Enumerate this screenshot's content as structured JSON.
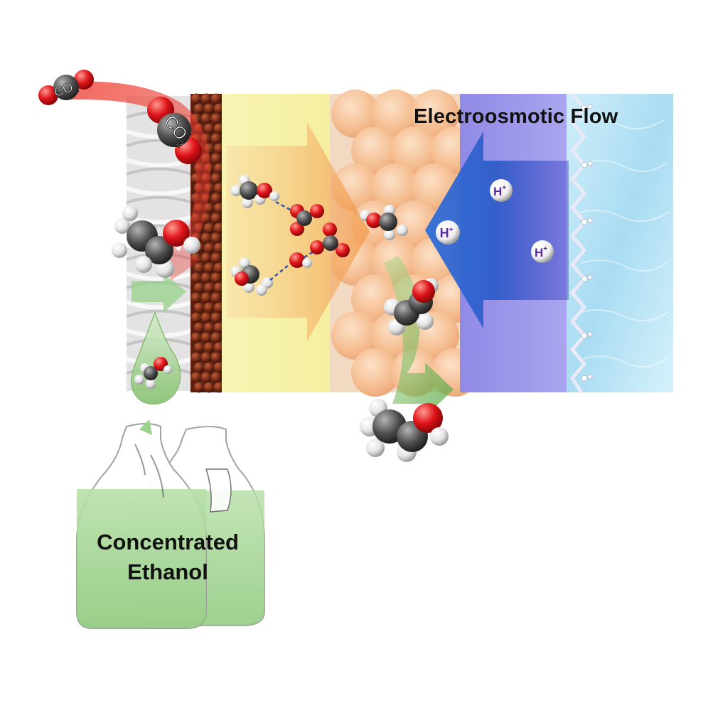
{
  "labels": {
    "flow": "Electroosmotic Flow",
    "product_line1": "Concentrated",
    "product_line2": "Ethanol"
  },
  "chem": {
    "co2_main": "CO",
    "co2_sub": "2",
    "proton_main": "H",
    "proton_sup": "+"
  },
  "colors": {
    "gas_diffusion_layer": "#dedede",
    "copper_catalyst": "#7a2e18",
    "electrolyte_layer": "#f7f2a8",
    "solid_electrolyte_particles": "#f4b98a",
    "membrane": "#8b86e0",
    "anolyte": "#bfe6f6",
    "co2_arrow": "#e8332c",
    "proton_flow_arrow": "#2f5cc8",
    "product_arrow": "#6fbf5a",
    "ethanol_liquid": "#a9d79a",
    "proton_text": "#5b2aa0"
  },
  "icons": [
    "co2-molecule",
    "ethanol-molecule",
    "carbonate-molecule",
    "proton",
    "bottle",
    "droplet"
  ]
}
